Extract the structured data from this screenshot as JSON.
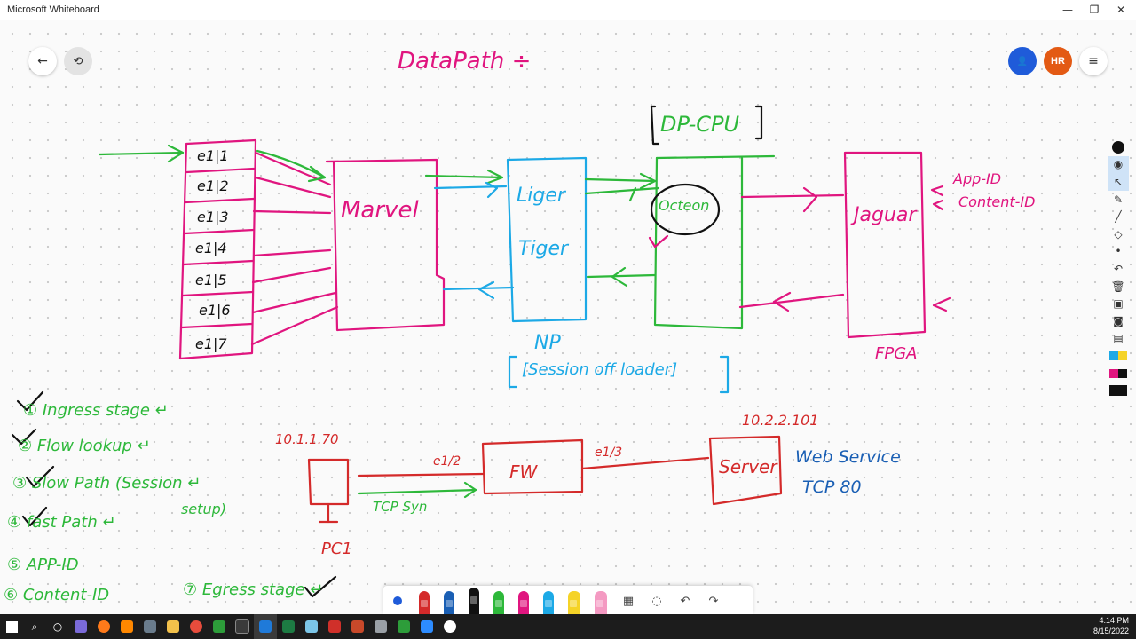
{
  "window": {
    "title": "Microsoft Whiteboard",
    "minimize_glyph": "—",
    "maximize_glyph": "❐",
    "close_glyph": "✕"
  },
  "nav": {
    "back_icon": "arrow-left-icon",
    "back_glyph": "←",
    "share_icon": "whiteboard-icon",
    "share_glyph": "⟲"
  },
  "users": {
    "invite_icon": "person-icon",
    "invite_glyph": "👤",
    "avatar_initials": "HR",
    "menu_glyph": "≡"
  },
  "colors": {
    "pink": "#e0157f",
    "green": "#2db83a",
    "cyan": "#1ca9e6",
    "red": "#d42a2a",
    "blue": "#1a5fb4",
    "black": "#111111",
    "avatar_blue": "#1f5bd9",
    "avatar_orange": "#e35a14"
  },
  "whiteboard": {
    "title": "DataPath ÷",
    "dp_cpu": "DP-CPU",
    "ports": [
      "e1|1",
      "e1|2",
      "e1|3",
      "e1|4",
      "e1|5",
      "e1|6",
      "e1|7"
    ],
    "marvel": "Marvel",
    "liger": "Liger",
    "tiger": "Tiger",
    "np": "NP",
    "session_offloader": "[Session off loader]",
    "octeon": "Octeon",
    "jaguar": "Jaguar",
    "fpga": "FPGA",
    "app_id": "App-ID",
    "content_id": "Content-ID",
    "steps": [
      "① Ingress stage ↵",
      "② Flow lookup ↵",
      "③ Slow Path (Session ↵",
      "setup)",
      "④ fast Path ↵",
      "⑤ APP-ID",
      "⑥ Content-ID",
      "⑦ Egress stage ↵"
    ],
    "pc_ip": "10.1.1.70",
    "pc_label": "PC1",
    "tcp_syn": "TCP Syn",
    "e1_2": "e1/2",
    "fw": "FW",
    "e1_3": "e1/3",
    "server_ip": "10.2.2.101",
    "server": "Server",
    "web_service": "Web Service",
    "tcp_80": "TCP 80"
  },
  "right_tools": [
    "pin-icon",
    "eye-icon",
    "select-icon",
    "ruler-icon",
    "pen-icon",
    "dot-icon",
    "eraser-icon",
    "undo-icon",
    "delete-icon",
    "stamp-icon",
    "camera-icon",
    "note-icon",
    "color-swatch-icon",
    "color-black-icon"
  ],
  "bottom_toolbar": {
    "pens": [
      "#d42a2a",
      "#1a5fb4",
      "#111111",
      "#2db83a",
      "#e0157f",
      "#1ca9e6"
    ],
    "highlighters": [
      "#f5d327",
      "#f49ac2"
    ],
    "tools": [
      "lasso-icon",
      "ruler-icon",
      "undo-icon",
      "redo-icon"
    ],
    "undo_glyph": "↶",
    "redo_glyph": "↷"
  },
  "taskbar": {
    "time": "4:14 PM",
    "date": "8/15/2022"
  }
}
